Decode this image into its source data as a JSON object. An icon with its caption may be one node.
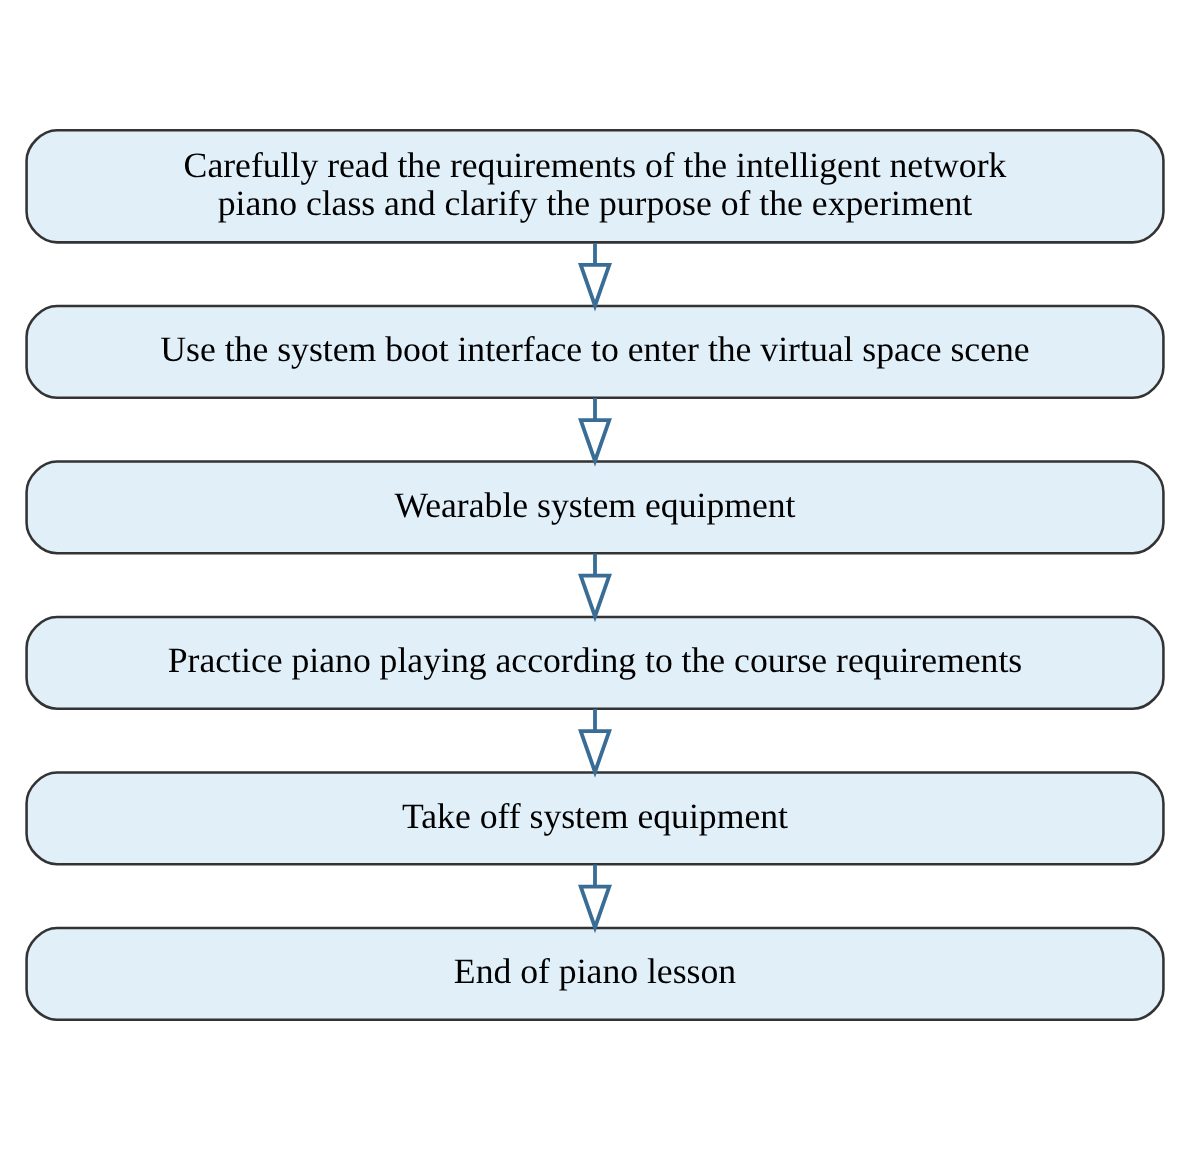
{
  "diagram": {
    "nodes": [
      {
        "text": [
          "Carefully read the requirements of the intelligent network piano class and clarify the purpose of the experiment"
        ]
      },
      {
        "text": [
          "Use the system boot interface to enter the virtual space scene"
        ]
      },
      {
        "text": [
          "Wearable system equipment"
        ]
      },
      {
        "text": [
          "Practice piano playing according to the course requirements"
        ]
      },
      {
        "text": [
          "Take off system equipment"
        ]
      },
      {
        "text": [
          "End of piano lesson"
        ]
      }
    ],
    "edges": [
      {
        "from": 0,
        "to": 1,
        "arrow": "to"
      },
      {
        "from": 1,
        "to": 2,
        "arrow": "to"
      },
      {
        "from": 2,
        "to": 3,
        "arrow": "to"
      },
      {
        "from": 3,
        "to": 4,
        "arrow": "to"
      },
      {
        "from": 4,
        "to": 5,
        "arrow": "to"
      }
    ]
  }
}
